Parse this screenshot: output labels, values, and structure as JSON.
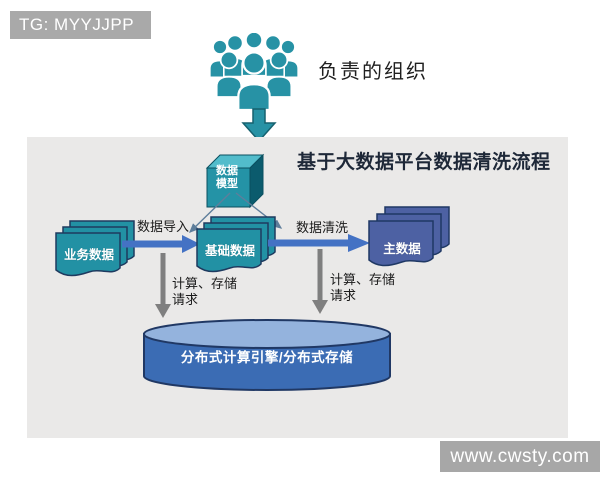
{
  "header": {
    "badge": "TG: MYYJJPP"
  },
  "top": {
    "org_label": "负责的组织"
  },
  "diagram": {
    "title": "基于大数据平台数据清洗流程",
    "nodes": {
      "data_model": {
        "line1": "数据",
        "line2": "模型"
      },
      "business_data": {
        "label": "业务数据"
      },
      "basic_data": {
        "label": "基础数据"
      },
      "master_data": {
        "label": "主数据"
      },
      "storage": {
        "label": "分布式计算引擎/分布式存储"
      }
    },
    "edges": {
      "import": {
        "label": "数据导入"
      },
      "clean": {
        "label": "数据清洗"
      },
      "request_left": {
        "line1": "计算、存储",
        "line2": "请求"
      },
      "request_right": {
        "line1": "计算、存储",
        "line2": "请求"
      }
    },
    "colors": {
      "teal": "#2792A5",
      "teal_dark": "#0B5B6D",
      "teal_light": "#52BCCB",
      "doc_border": "#1F3864",
      "arrow_blue": "#4472C4",
      "master_indigo": "#4D61A3",
      "cylinder_body": "#3B6CB4",
      "cylinder_top": "#94B3DD",
      "arrow_gray": "#7F7F7F",
      "panel_bg": "#EAE9E8",
      "badge_bg": "#A9A9A9",
      "watermark_bg": "#A7A7A7"
    }
  },
  "footer": {
    "watermark": "www.cwsty.com"
  }
}
